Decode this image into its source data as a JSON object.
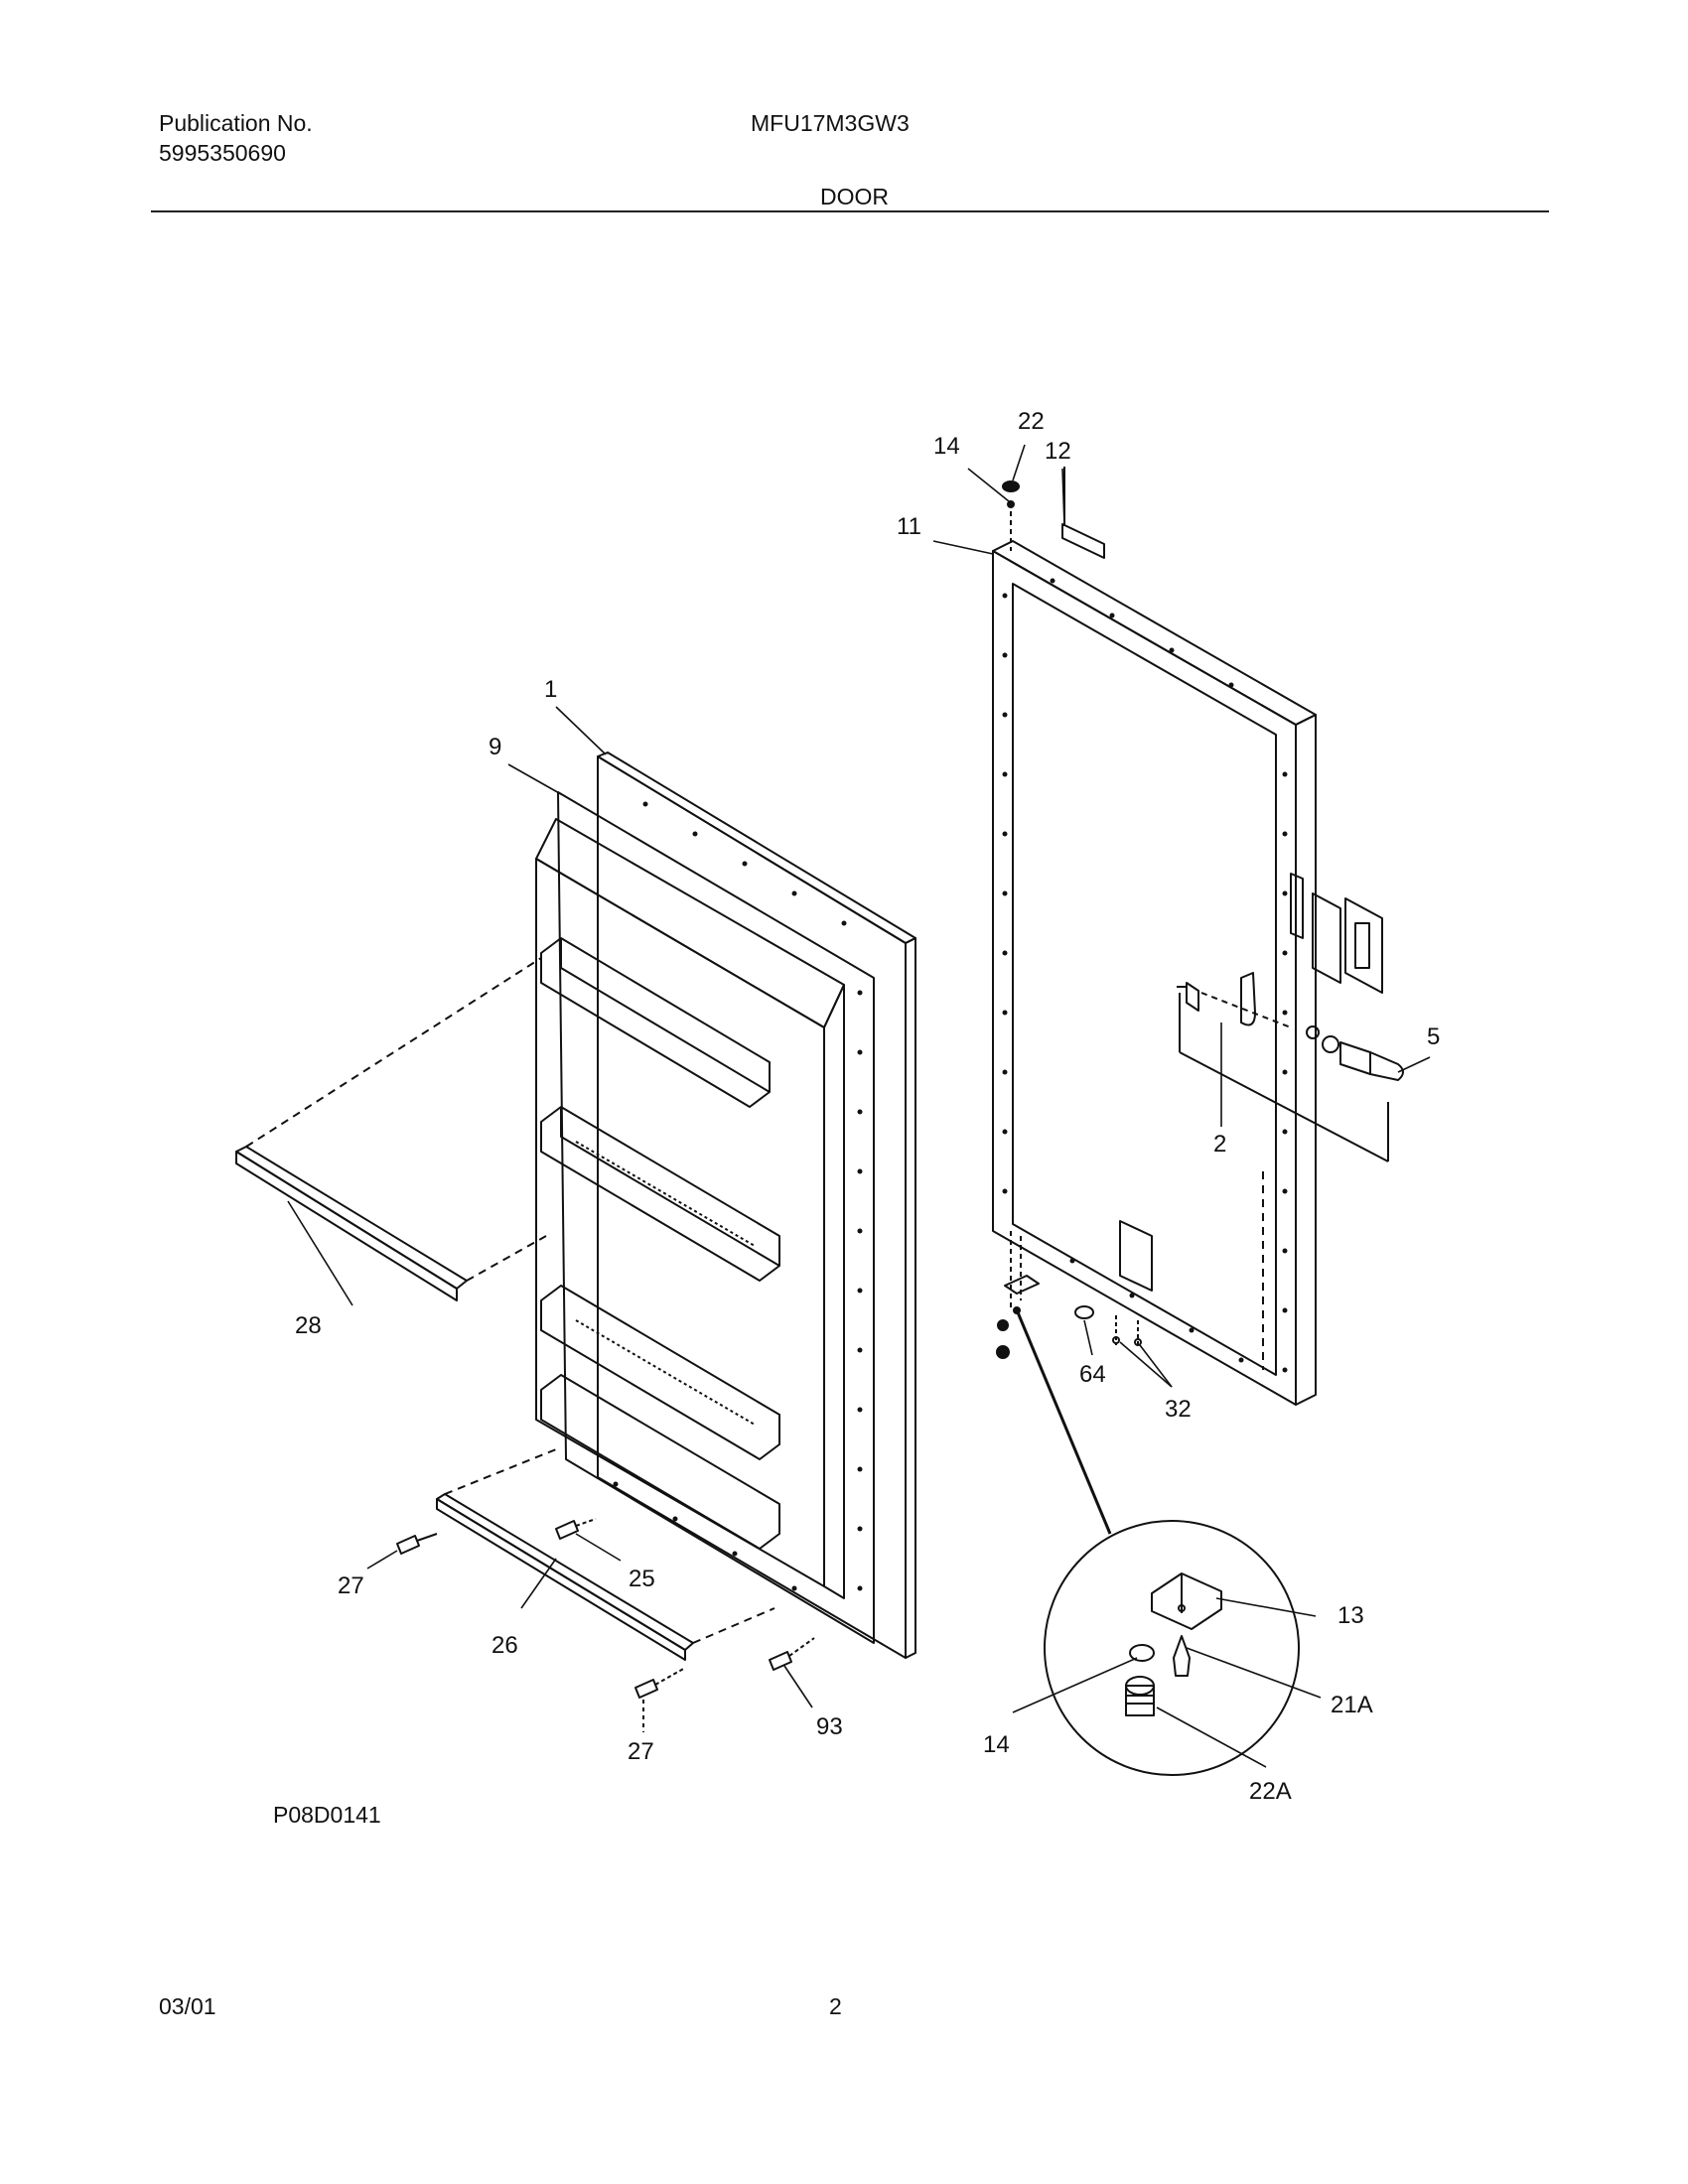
{
  "header": {
    "publication_label": "Publication No.",
    "publication_number": "5995350690",
    "model": "MFU17M3GW3",
    "section_title": "DOOR"
  },
  "diagram": {
    "drawing_id": "P08D0141",
    "callouts": [
      "22",
      "14",
      "12",
      "11",
      "1",
      "9",
      "5",
      "2",
      "28",
      "64",
      "32",
      "27",
      "25",
      "26",
      "93",
      "13",
      "21A",
      "14",
      "22A",
      "27"
    ]
  },
  "footer": {
    "date": "03/01",
    "page": "2"
  }
}
